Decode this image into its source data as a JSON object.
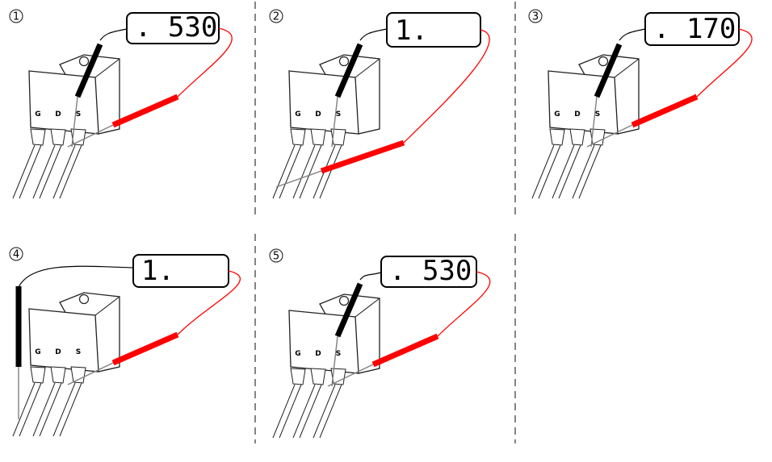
{
  "panels": [
    {
      "number": "1",
      "reading": ". 530",
      "pins": [
        "G",
        "D",
        "S"
      ],
      "black_probe": "S",
      "red_probe": "D"
    },
    {
      "number": "2",
      "reading": "1.",
      "pins": [
        "G",
        "D",
        "S"
      ],
      "black_probe": "S",
      "red_probe": "G"
    },
    {
      "number": "3",
      "reading": ". 170",
      "pins": [
        "G",
        "D",
        "S"
      ],
      "black_probe": "S",
      "red_probe": "D"
    },
    {
      "number": "4",
      "reading": "1.",
      "pins": [
        "G",
        "D",
        "S"
      ],
      "black_probe": "G",
      "red_probe": "D"
    },
    {
      "number": "5",
      "reading": ". 530",
      "pins": [
        "G",
        "D",
        "S"
      ],
      "black_probe": "S",
      "red_probe": "D"
    }
  ],
  "colors": {
    "black_probe": "#000000",
    "red_probe": "#ff0000",
    "lead_wire": "#808080",
    "outline": "#222222",
    "divider": "#333333"
  }
}
